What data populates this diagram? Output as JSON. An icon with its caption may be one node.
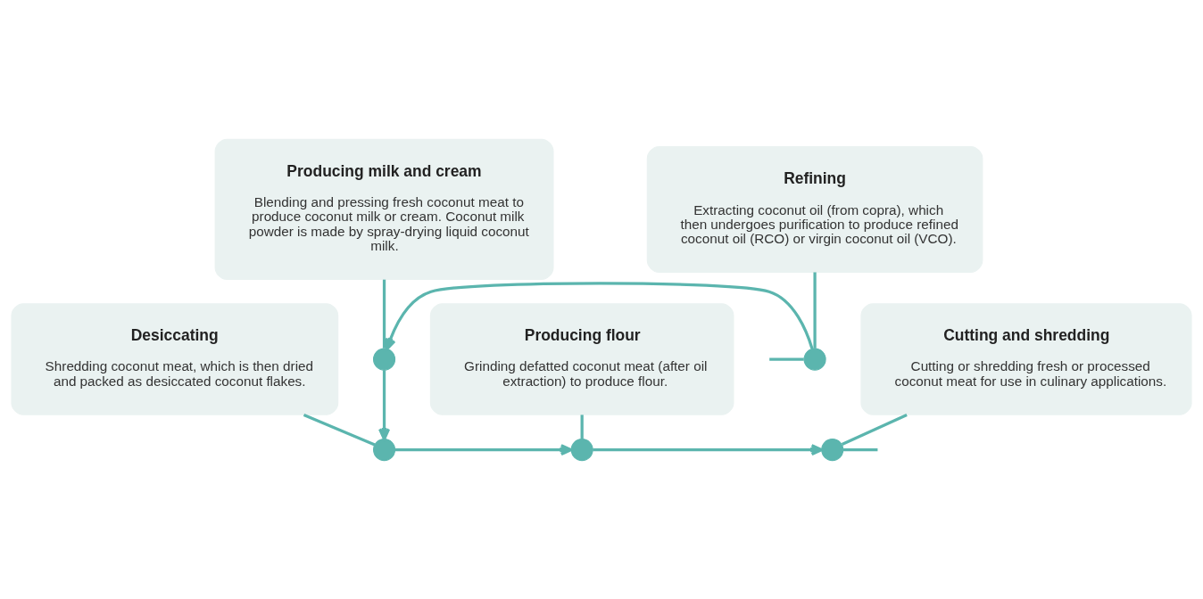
{
  "diagram": {
    "nodes": [
      {
        "text": [
          "Refining",
          "Extracting coconut oil (from copra), which then undergoes purification to produce refined coconut oil (RCO) or virgin coconut oil (VCO)."
        ]
      },
      {
        "text": [
          "Producing milk and cream",
          "Blending and pressing fresh coconut meat to produce coconut milk or cream. Coconut milk powder is made by spray-drying liquid coconut milk."
        ]
      },
      {
        "text": [
          "Cutting and shredding",
          "Cutting or shredding fresh or processed coconut meat for use in culinary applications."
        ]
      },
      {
        "text": [
          "Producing flour",
          "Grinding defatted coconut meat (after oil extraction) to produce flour."
        ]
      },
      {
        "text": [
          "Desiccating",
          "Shredding coconut meat, which is then dried and packed as desiccated coconut flakes."
        ]
      },
      {
        "text": [],
        "shape": "circle"
      },
      {
        "text": [],
        "shape": "circle"
      },
      {
        "text": [],
        "shape": "circle"
      },
      {
        "text": [],
        "shape": "circle"
      },
      {
        "text": [],
        "shape": "circle"
      }
    ],
    "edges": [
      {
        "from": null,
        "to": 5,
        "arrow": "none"
      },
      {
        "from": 5,
        "to": 6,
        "arrow": "to"
      },
      {
        "from": 6,
        "to": 9,
        "arrow": "to"
      },
      {
        "from": 9,
        "to": 8,
        "arrow": "to"
      },
      {
        "from": 8,
        "to": 7,
        "arrow": "to"
      },
      {
        "from": 7,
        "to": null,
        "arrow": "none"
      },
      {
        "from": 0,
        "to": 5,
        "arrow": "none"
      },
      {
        "from": 1,
        "to": 6,
        "arrow": "none"
      },
      {
        "from": 2,
        "to": 7,
        "arrow": "none"
      },
      {
        "from": 3,
        "to": 8,
        "arrow": "none"
      },
      {
        "from": 4,
        "to": 9,
        "arrow": "none"
      }
    ]
  }
}
